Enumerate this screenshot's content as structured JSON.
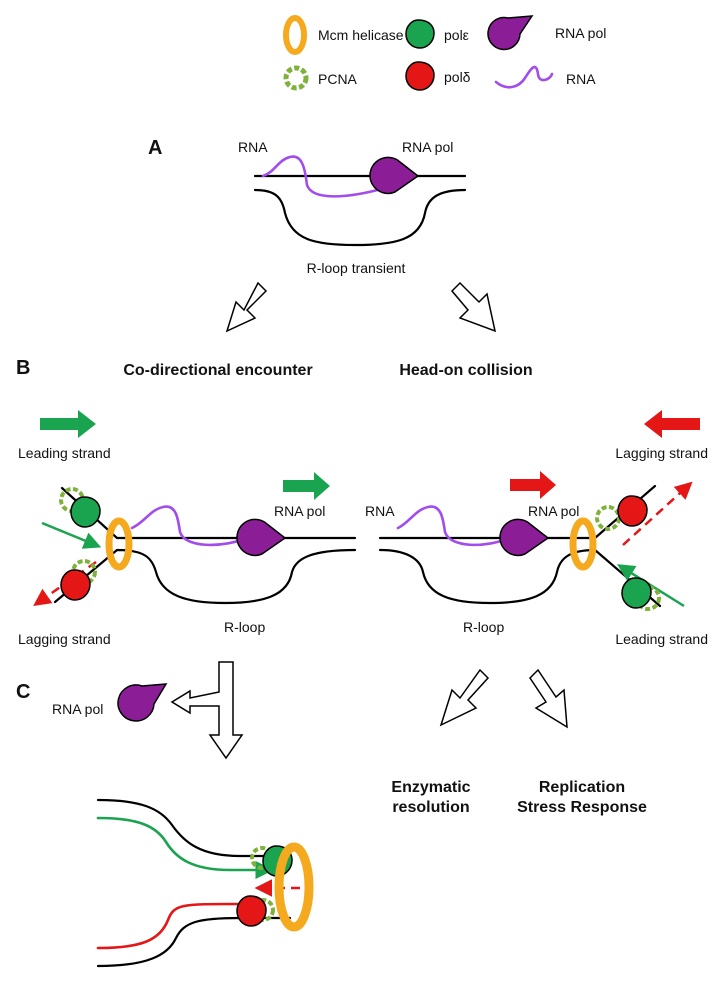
{
  "colors": {
    "mcm": "#F5A91E",
    "pol_epsilon": "#1AA44F",
    "pol_delta": "#E41616",
    "rna_pol": "#8B1E97",
    "rna": "#A24DEB",
    "pcna": "#7FB23A",
    "dna": "#000000"
  },
  "legend": {
    "mcm": "Mcm helicase",
    "pcna": "PCNA",
    "pol_epsilon": "polε",
    "pol_delta": "polδ",
    "rna_pol": "RNA pol",
    "rna": "RNA"
  },
  "panel_a": {
    "letter": "A",
    "rna_label": "RNA",
    "rna_pol_label": "RNA pol",
    "rloop_label": "R-loop transient"
  },
  "panel_b": {
    "letter": "B",
    "co_title": "Co-directional encounter",
    "ho_title": "Head-on collision",
    "leading_left": "Leading strand",
    "lagging_left": "Lagging strand",
    "rna_pol_left": "RNA pol",
    "rloop_left": "R-loop",
    "rna_right": "RNA",
    "rna_pol_right": "RNA pol",
    "lagging_right": "Lagging strand",
    "leading_right": "Leading strand",
    "rloop_right": "R-loop"
  },
  "panel_c": {
    "letter": "C",
    "rna_pol_label": "RNA pol",
    "enzymatic_line1": "Enzymatic",
    "enzymatic_line2": "resolution",
    "rsr_line1": "Replication",
    "rsr_line2": "Stress Response"
  }
}
